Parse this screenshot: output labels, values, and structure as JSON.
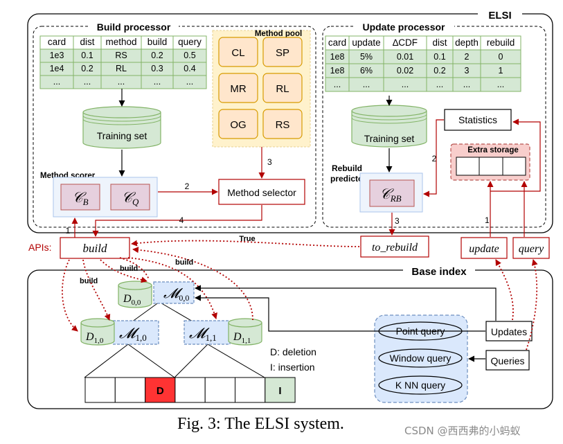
{
  "system": {
    "elsi_label": "ELSI",
    "build_processor_label": "Build processor",
    "update_processor_label": "Update processor",
    "base_index_label": "Base index"
  },
  "build_table": {
    "headers": [
      "card",
      "dist",
      "method",
      "build",
      "query"
    ],
    "rows": [
      [
        "1e3",
        "0.1",
        "RS",
        "0.2",
        "0.5"
      ],
      [
        "1e4",
        "0.2",
        "RL",
        "0.3",
        "0.4"
      ],
      [
        "...",
        "...",
        "...",
        "...",
        "..."
      ]
    ]
  },
  "update_table": {
    "headers": [
      "card",
      "update",
      "∆CDF",
      "dist",
      "depth",
      "rebuild"
    ],
    "rows": [
      [
        "1e8",
        "5%",
        "0.01",
        "0.1",
        "2",
        "0"
      ],
      [
        "1e8",
        "6%",
        "0.02",
        "0.2",
        "3",
        "1"
      ],
      [
        "...",
        "...",
        "...",
        "...",
        "...",
        "..."
      ]
    ]
  },
  "method_pool": {
    "title": "Method pool",
    "methods": [
      "CL",
      "SP",
      "MR",
      "RL",
      "OG",
      "RS"
    ]
  },
  "training_set_label": "Training set",
  "method_scorer": {
    "title": "Method scorer",
    "c_b": "𝒞",
    "c_b_sub": "B",
    "c_q": "𝒞",
    "c_q_sub": "Q"
  },
  "method_selector_label": "Method selector",
  "statistics_label": "Statistics",
  "extra_storage_label": "Extra storage",
  "rebuild_predictor": {
    "line1": "Rebuild",
    "line2": "predictor",
    "c_rb": "𝒞",
    "c_rb_sub": "RB"
  },
  "apis_label": "APIs:",
  "api": {
    "build": "build",
    "to_rebuild": "to_rebuild",
    "update": "update",
    "query": "query"
  },
  "edge_labels": {
    "one": "1",
    "two": "2",
    "three": "3",
    "four": "4",
    "true_label": "True",
    "build": "build"
  },
  "nodes": {
    "m00": {
      "sym": "𝓜",
      "sub": "0,0"
    },
    "m10": {
      "sym": "𝓜",
      "sub": "1,0"
    },
    "m11": {
      "sym": "𝓜",
      "sub": "1,1"
    },
    "d00": {
      "sym": "D",
      "sub": "0,0"
    },
    "d10": {
      "sym": "D",
      "sub": "1,0"
    },
    "d11": {
      "sym": "D",
      "sub": "1,1"
    }
  },
  "legend": {
    "deletion": "D: deletion",
    "insertion": "I: insertion"
  },
  "leaf_marks": {
    "deletion": "D",
    "insertion": "I"
  },
  "queries_group": [
    "Point query",
    "Window query",
    "K NN query"
  ],
  "updates_label": "Updates",
  "queries_label": "Queries",
  "caption": "Fig. 3: The ELSI system.",
  "watermark": "CSDN @西西弗的小蚂蚁",
  "colors": {
    "green_fill": "#d5e8d4",
    "green_stroke": "#82b366",
    "orange_fill": "#ffe6cc",
    "orange_stroke": "#d79b00",
    "pool_bg": "#fff2cc",
    "blue_fill": "#dae8fc",
    "blue_stroke": "#6c8ebf",
    "red": "#b20000",
    "pink_fill": "#f8cecc",
    "pink_stroke": "#b85450",
    "deletion_red": "#ff3333"
  }
}
